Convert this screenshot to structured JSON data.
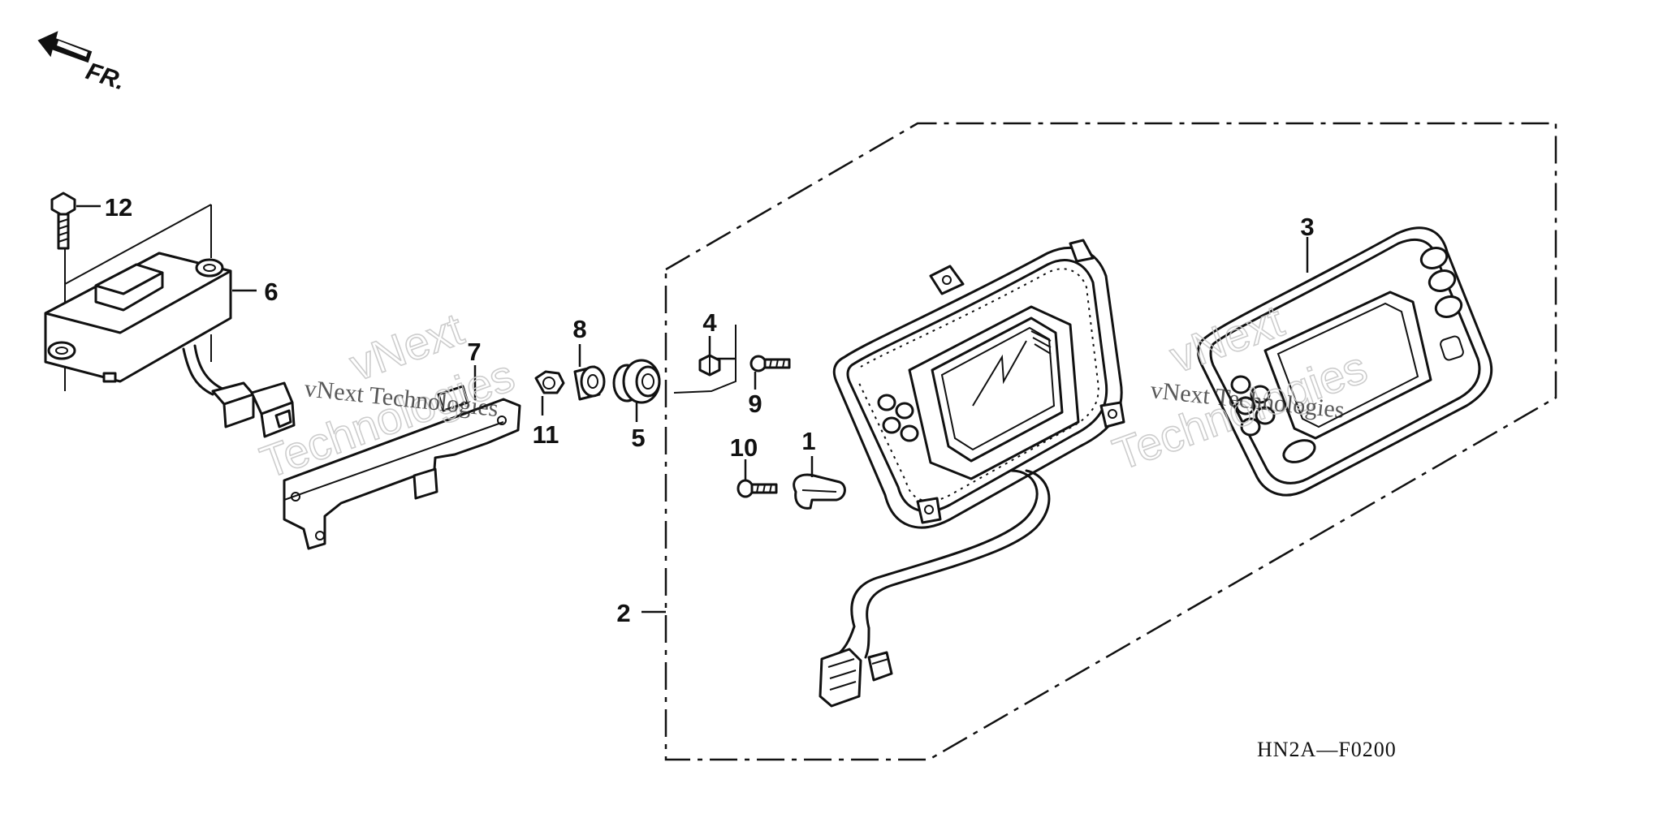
{
  "direction_label": "FR.",
  "diagram_code": "HN2A—F0200",
  "watermark": {
    "line1": "vNext Technologies",
    "big_top": "vNext",
    "big_bottom": "Technologies"
  },
  "callouts": {
    "c1": "1",
    "c2": "2",
    "c3": "3",
    "c4": "4",
    "c5": "5",
    "c6": "6",
    "c7": "7",
    "c8": "8",
    "c9": "9",
    "c10": "10",
    "c11": "11",
    "c12": "12"
  }
}
